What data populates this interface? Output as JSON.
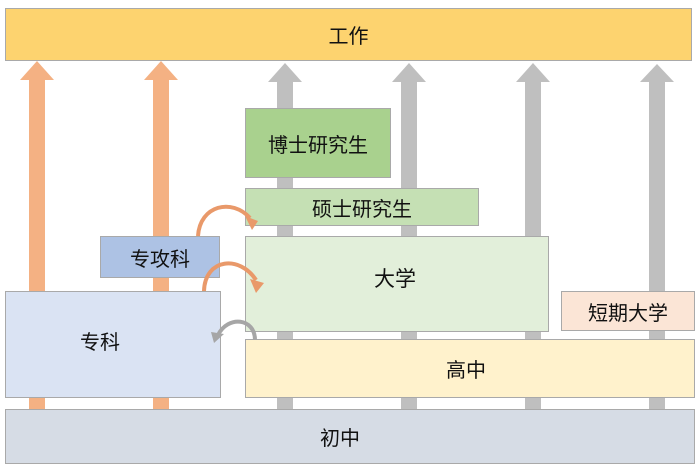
{
  "diagram": {
    "title": "Education path diagram",
    "boxes": {
      "work": {
        "label": "工作",
        "color": "#fdd36f"
      },
      "doctoral": {
        "label": "博士研究生",
        "color": "#a9d18e"
      },
      "masters": {
        "label": "硕士研究生",
        "color": "#c5e0b4"
      },
      "specialized_course": {
        "label": "专攻科",
        "color": "#adc2e4"
      },
      "university": {
        "label": "大学",
        "color": "#e2efda"
      },
      "junior_college": {
        "label": "短期大学",
        "color": "#fbe5d6"
      },
      "college_of_technology": {
        "label": "专科",
        "color": "#dae3f3"
      },
      "high_school": {
        "label": "高中",
        "color": "#fff2cc"
      },
      "junior_high": {
        "label": "初中",
        "color": "#d6dce5"
      }
    },
    "arrow_colors": {
      "orange": "#f4b183",
      "gray": "#bfbfbf",
      "curved_orange": "#e9996a",
      "curved_gray": "#a6a6a6"
    },
    "flows": [
      {
        "from": "专科",
        "to": "工作",
        "type": "orange-arrow"
      },
      {
        "from": "专科",
        "to": "工作",
        "type": "orange-arrow"
      },
      {
        "from": "高中",
        "to": "工作",
        "type": "gray-arrow"
      },
      {
        "from": "高中",
        "to": "工作",
        "type": "gray-arrow"
      },
      {
        "from": "高中",
        "to": "工作",
        "type": "gray-arrow"
      },
      {
        "from": "短期大学",
        "to": "工作",
        "type": "gray-arrow"
      },
      {
        "from": "专攻科",
        "to": "硕士研究生",
        "type": "curved-orange"
      },
      {
        "from": "专科",
        "to": "大学",
        "type": "curved-orange"
      },
      {
        "from": "高中",
        "to": "专科",
        "type": "curved-gray"
      }
    ]
  }
}
